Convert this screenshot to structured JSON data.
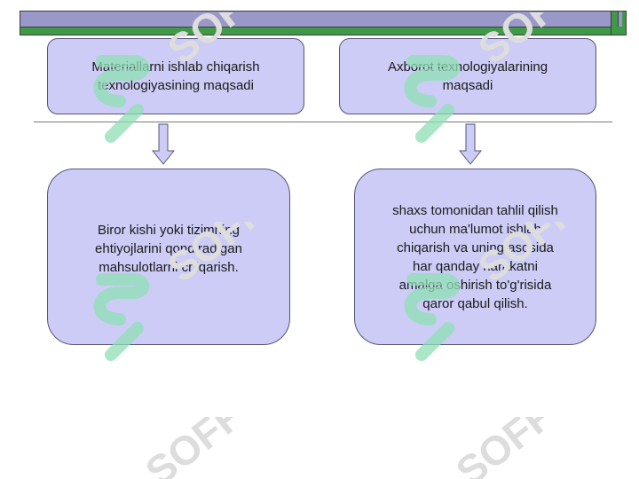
{
  "boxes": {
    "top_left": "Materiallarni ishlab chiqarish texnologiyasining maqsadi",
    "top_right": "Axborot texnologiyalarining maqsadi",
    "bottom_left": "Biror kishi yoki tizimning ehtiyojlarini qondiradigan mahsulotlarni chiqarish.",
    "bottom_right": "shaxs tomonidan tahlil qilish uchun ma'lumot ishlab chiqarish va uning asosida har qanday harakatni amalga oshirish to'g'risida qaror qabul qilish."
  },
  "watermark": {
    "text": "SOFF"
  },
  "colors": {
    "box_fill": "#ccccf6",
    "header_purple": "#9a97c9",
    "header_green": "#3f9a48",
    "watermark_green": "#8fe0b4"
  }
}
